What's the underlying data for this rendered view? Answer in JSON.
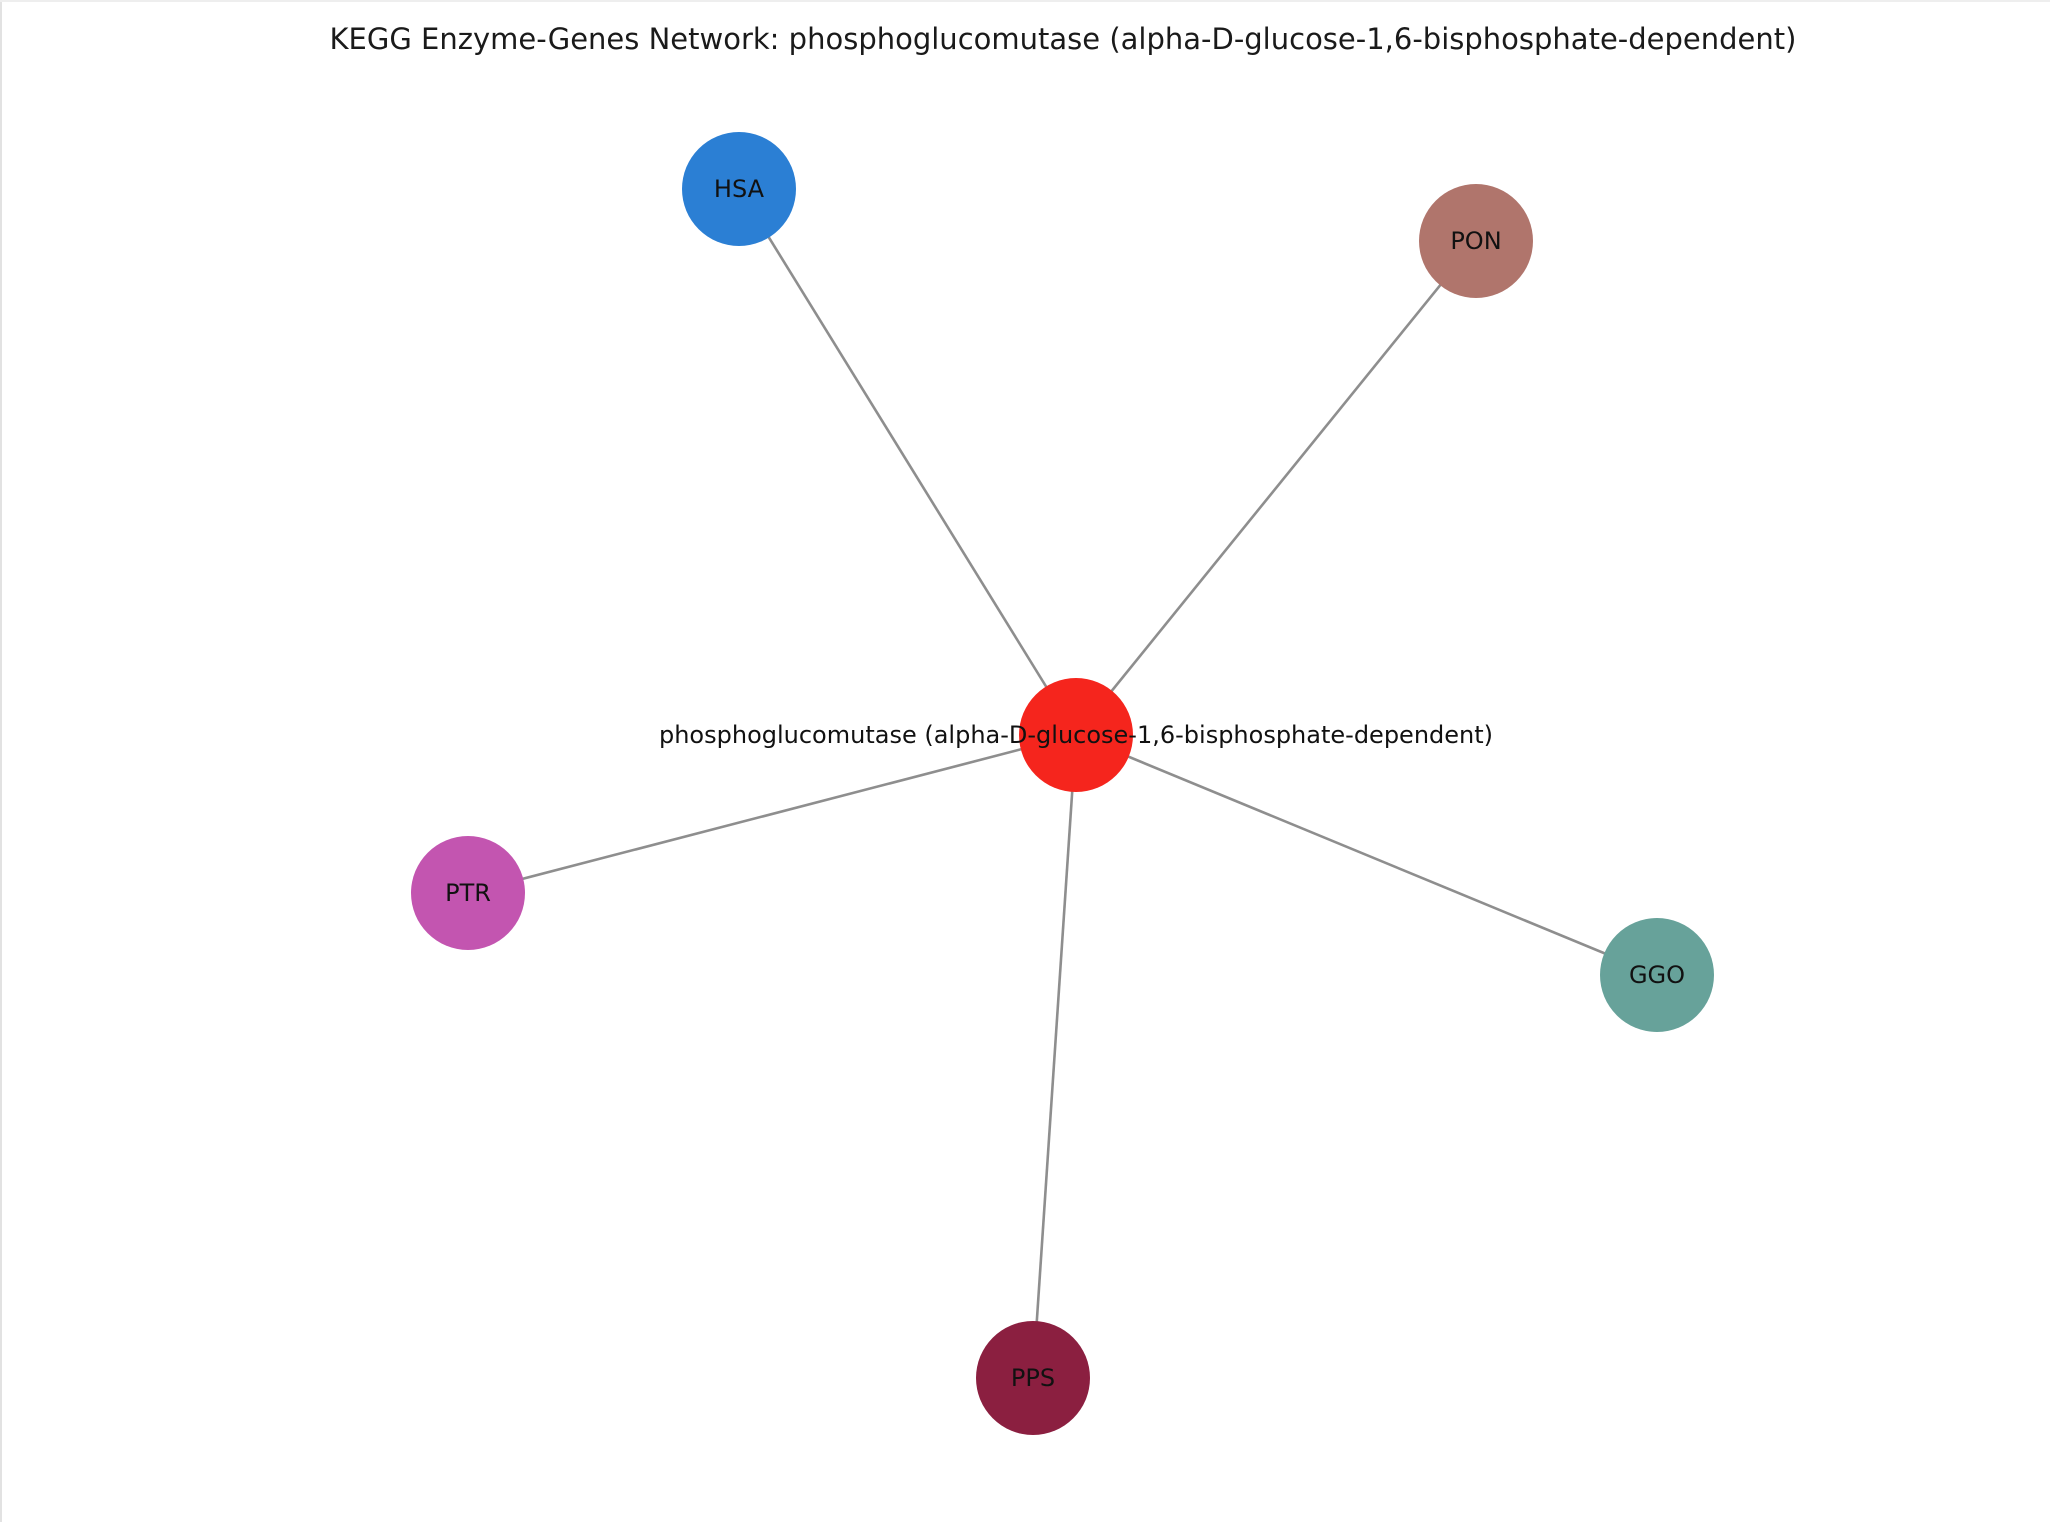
{
  "title": "KEGG Enzyme-Genes Network: phosphoglucomutase (alpha-D-glucose-1,6-bisphosphate-dependent)",
  "center": {
    "label": "phosphoglucomutase (alpha-D-glucose-1,6-bisphosphate-dependent)",
    "color": "#f5251d"
  },
  "nodes": [
    {
      "id": "HSA",
      "label": "HSA",
      "color": "#2b7fd4"
    },
    {
      "id": "PON",
      "label": "PON",
      "color": "#b0756c"
    },
    {
      "id": "PTR",
      "label": "PTR",
      "color": "#c355b0"
    },
    {
      "id": "GGO",
      "label": "GGO",
      "color": "#67a29a"
    },
    {
      "id": "PPS",
      "label": "PPS",
      "color": "#8b1f40"
    }
  ],
  "edge_color": "#8e8e8e"
}
